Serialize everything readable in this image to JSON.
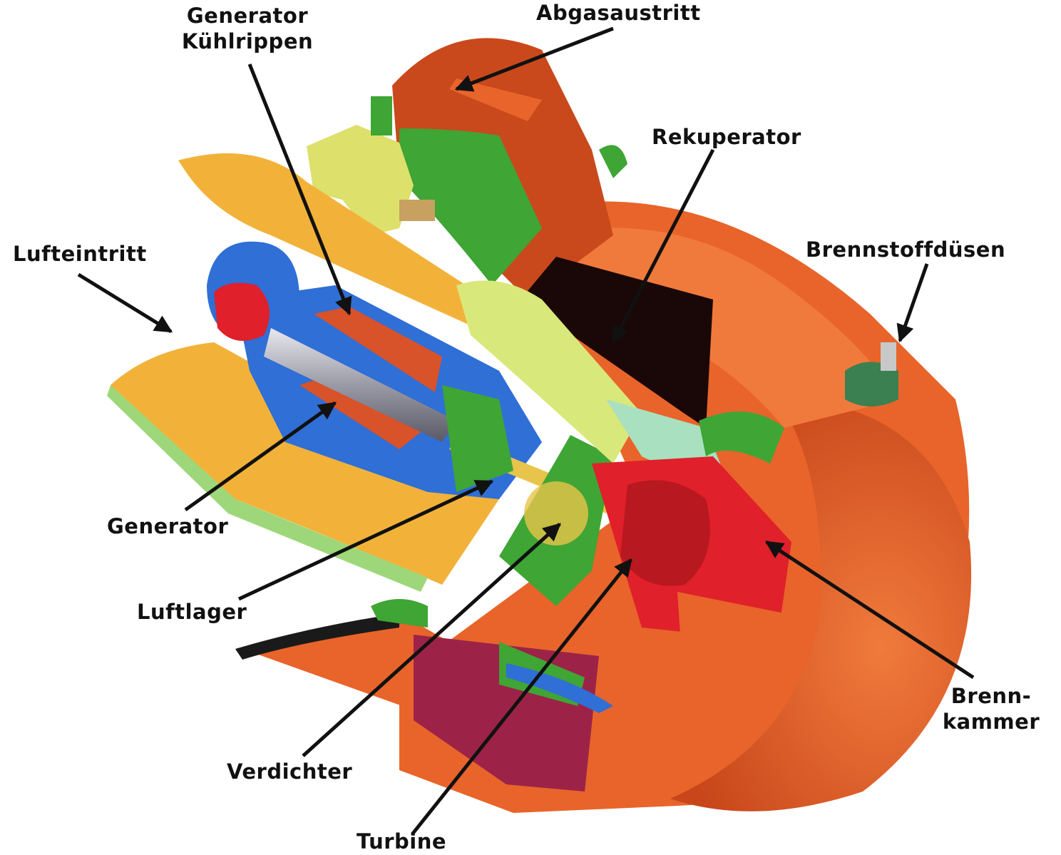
{
  "colors": {
    "housing_orange": "#E8642A",
    "housing_dark": "#C9491C",
    "intake_yellow": "#F2B23A",
    "green": "#3FA535",
    "blue": "#2F6FD6",
    "red": "#E0202A",
    "recuperator_dark": "#1A0808",
    "maroon": "#9C2347"
  },
  "labels": {
    "generator_kuehlrippen_1": "Generator",
    "generator_kuehlrippen_2": "Kühlrippen",
    "abgasaustritt": "Abgasaustritt",
    "rekuperator": "Rekuperator",
    "lufteintritt": "Lufteintritt",
    "brennstoffduesen": "Brennstoffdüsen",
    "generator": "Generator",
    "luftlager": "Luftlager",
    "verdichter": "Verdichter",
    "turbine": "Turbine",
    "brennkammer_1": "Brenn-",
    "brennkammer_2": "kammer"
  }
}
